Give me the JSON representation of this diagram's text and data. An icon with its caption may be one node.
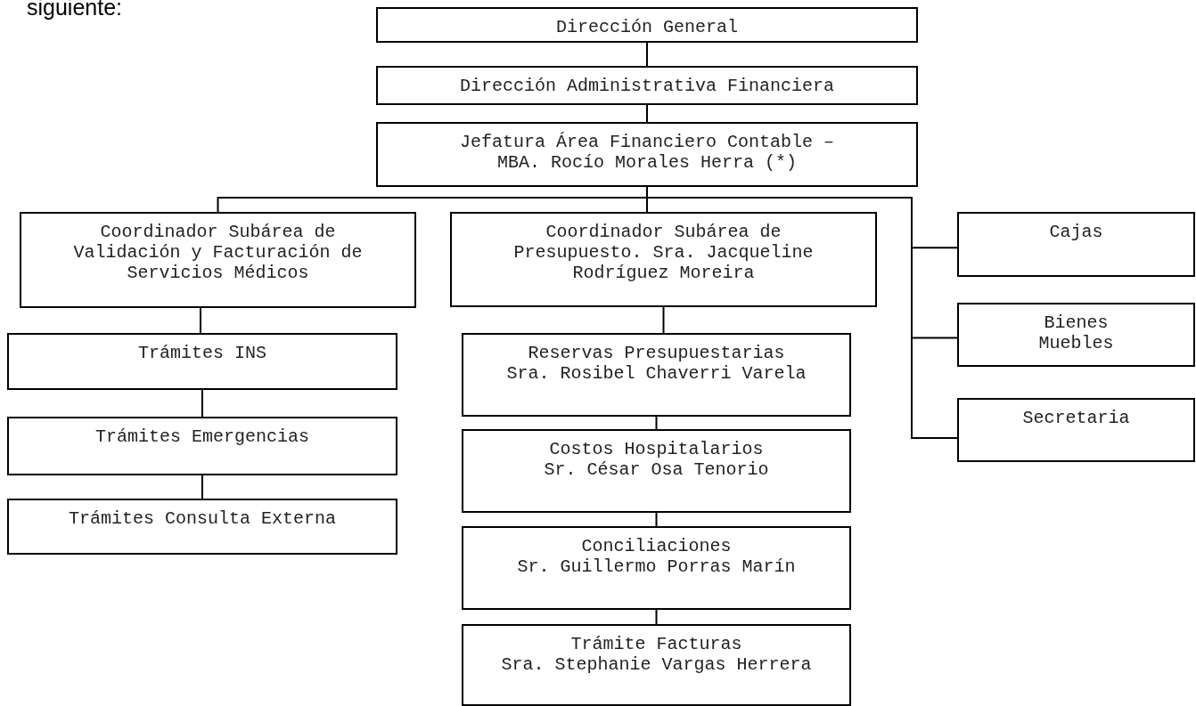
{
  "diagram": {
    "nodes": [
      {
        "text": [
          "Dirección General"
        ]
      },
      {
        "text": [
          "Dirección Administrativa Financiera"
        ]
      },
      {
        "text": [
          "Jefatura Área Financiero Contable – MBA. Rocío Morales Herra (*)"
        ]
      },
      {
        "text": [
          "Coordinador Subárea de Validación y Facturación de Servicios Médicos"
        ]
      },
      {
        "text": [
          "Coordinador Subárea de Presupuesto. Sra. Jacqueline Rodríguez Moreira"
        ]
      },
      {
        "text": [
          "Cajas"
        ]
      },
      {
        "text": [
          "Bienes Muebles"
        ]
      },
      {
        "text": [
          "Secretaria"
        ]
      },
      {
        "text": [
          "Trámites INS"
        ]
      },
      {
        "text": [
          "Trámites Emergencias"
        ]
      },
      {
        "text": [
          "Trámites Consulta Externa"
        ]
      },
      {
        "text": [
          "Reservas Presupuestarias",
          "Sra. Rosibel Chaverri Varela"
        ]
      },
      {
        "text": [
          "Costos Hospitalarios",
          "Sr. César Osa Tenorio"
        ]
      },
      {
        "text": [
          "Conciliaciones",
          "Sr. Guillermo Porras Marín"
        ]
      },
      {
        "text": [
          "Trámite Facturas",
          "Sra. Stephanie Vargas Herrera"
        ]
      }
    ],
    "edges": [
      {
        "from": 0,
        "to": 1,
        "arrow": "none"
      },
      {
        "from": 1,
        "to": 2,
        "arrow": "none"
      },
      {
        "from": 2,
        "to": 3,
        "arrow": "none"
      },
      {
        "from": 2,
        "to": 4,
        "arrow": "none"
      },
      {
        "from": 2,
        "to": 5,
        "arrow": "none"
      },
      {
        "from": 2,
        "to": 6,
        "arrow": "none"
      },
      {
        "from": 2,
        "to": 7,
        "arrow": "none"
      },
      {
        "from": 3,
        "to": 8,
        "arrow": "none"
      },
      {
        "from": 8,
        "to": 9,
        "arrow": "none"
      },
      {
        "from": 9,
        "to": 10,
        "arrow": "none"
      },
      {
        "from": 4,
        "to": 11,
        "arrow": "none"
      },
      {
        "from": 11,
        "to": 12,
        "arrow": "none"
      },
      {
        "from": 12,
        "to": 13,
        "arrow": "none"
      },
      {
        "from": 13,
        "to": 14,
        "arrow": "none"
      }
    ],
    "labels": [
      "siguiente:"
    ]
  }
}
